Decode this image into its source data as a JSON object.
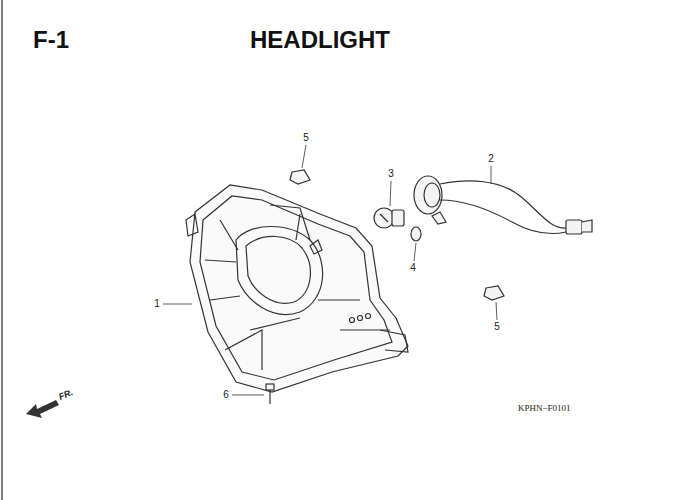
{
  "diagram": {
    "title": "HEADLIGHT",
    "labels": [
      "F-1",
      "5",
      "3",
      "2",
      "4",
      "5",
      "1",
      "6",
      "FR.",
      "KPHN−F0101"
    ]
  }
}
